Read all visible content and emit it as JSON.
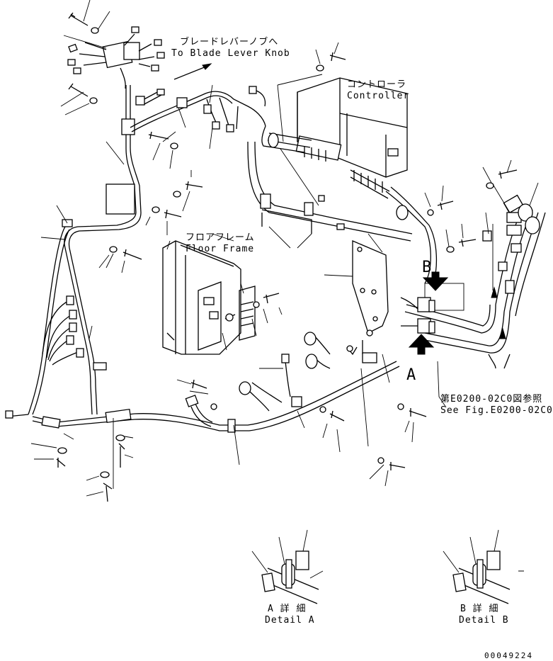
{
  "labels": {
    "blade_lever_jp": "ブレードレバーノブへ",
    "blade_lever_en": "To Blade Lever Knob",
    "controller_jp": "コントローラ",
    "controller_en": "Controller",
    "floor_frame_jp": "フロアフレーム",
    "floor_frame_en": "Floor Frame",
    "view_b": "B",
    "view_a": "A",
    "see_fig_jp": "第E0200-02C0図参照",
    "see_fig_en": "See Fig.E0200-02C0",
    "detail_a_jp": "A 詳 細",
    "detail_a_en": "Detail A",
    "detail_b_jp": "B 詳 細",
    "detail_b_en": "Detail B",
    "drawing_number": "00049224"
  }
}
